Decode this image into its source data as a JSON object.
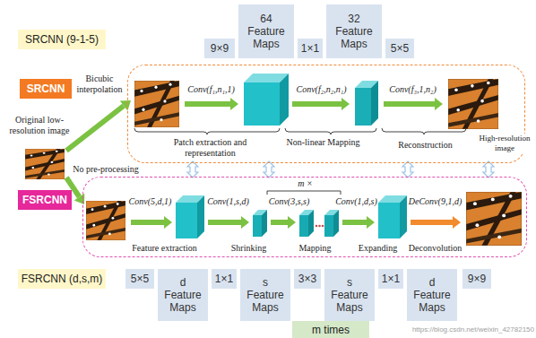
{
  "diagram": {
    "nodes": [
      {
        "text": [
          "SRCNN (9-1-5)"
        ]
      },
      {
        "text": [
          "9×9"
        ]
      },
      {
        "text": [
          "64 Feature Maps"
        ]
      },
      {
        "text": [
          "1×1"
        ]
      },
      {
        "text": [
          "32 Feature Maps"
        ]
      },
      {
        "text": [
          "5×5"
        ]
      },
      {
        "text": [
          "SRCNN"
        ]
      },
      {
        "text": [
          "Conv(f₁,n₁,1)",
          "Conv(f₂,n₂,n₁)",
          "Conv(f₃,1,n₂)",
          "Patch extraction and representation",
          "Non-linear Mapping",
          "Reconstruction"
        ]
      },
      {
        "text": [
          "FSRCNN"
        ]
      },
      {
        "text": [
          "m ×",
          "Conv(5,d,1)",
          "Conv(1,s,d)",
          "Conv(3,s,s)",
          "Conv(1,d,s)",
          "DeConv(9,1,d)",
          "Feature extraction",
          "Shrinking",
          "Mapping",
          "Expanding",
          "Deconvolution"
        ]
      },
      {
        "text": [
          "FSRCNN (d,s,m)"
        ]
      },
      {
        "text": [
          "5×5"
        ]
      },
      {
        "text": [
          "d Feature Maps"
        ]
      },
      {
        "text": [
          "1×1"
        ]
      },
      {
        "text": [
          "s Feature Maps"
        ]
      },
      {
        "text": [
          "3×3"
        ]
      },
      {
        "text": [
          "s Feature Maps"
        ]
      },
      {
        "text": [
          "1×1"
        ]
      },
      {
        "text": [
          "d Feature Maps"
        ]
      },
      {
        "text": [
          "9×9"
        ]
      },
      {
        "text": [
          "m times"
        ]
      }
    ],
    "labels": [
      "Original low-resolution image",
      "Bicubic interpolation",
      "No pre-processing",
      "High-resolution image",
      "https://blog.csdn.net/weixin_42782150"
    ]
  }
}
